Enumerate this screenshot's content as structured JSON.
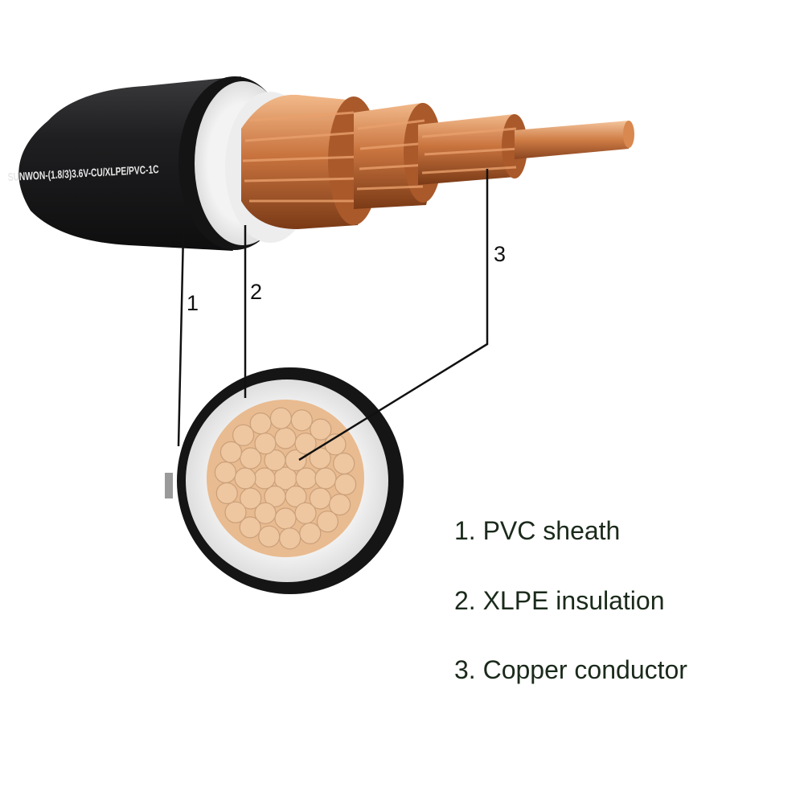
{
  "cable": {
    "print_text": "SUNWON-(1.8/3)3.6V-CU/XLPE/PVC-1C"
  },
  "callouts": [
    {
      "number": "1"
    },
    {
      "number": "2"
    },
    {
      "number": "3"
    }
  ],
  "legend": [
    {
      "text": "1. PVC sheath"
    },
    {
      "text": "2. XLPE insulation"
    },
    {
      "text": "3. Copper conductor"
    }
  ],
  "colors": {
    "sheath": "#1c1c1d",
    "insulation": "#d9d9da",
    "copper": "#c9743f",
    "copper_cross_section": "#e7b98e",
    "leader_line": "#111111",
    "legend_text": "#1b2a1b"
  }
}
